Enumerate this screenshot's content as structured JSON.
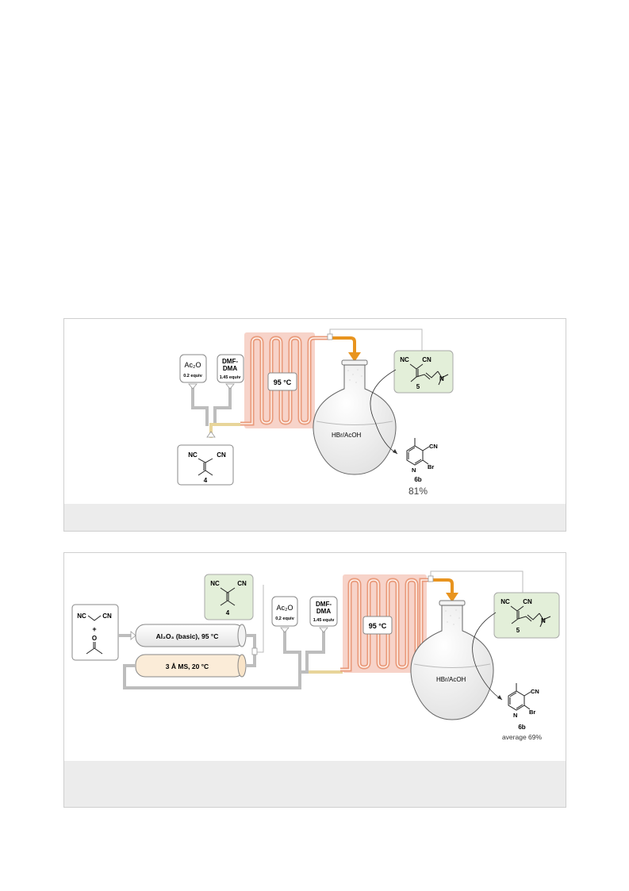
{
  "scheme1": {
    "ac2o_label": "Ac₂O",
    "ac2o_equiv": "0.2 equiv",
    "dmf_line1": "DMF-",
    "dmf_line2": "DMA",
    "dmf_equiv": "1.45 equiv",
    "temp": "95 °C",
    "sm_label": "4",
    "nc": "NC",
    "cn": "CN",
    "int_label": "5",
    "n_atom": "N",
    "flask_label": "HBr/AcOH",
    "prod_label": "6b",
    "prod_yield": "81%",
    "prod_n": "N",
    "prod_br": "Br",
    "prod_cn": "CN"
  },
  "scheme2": {
    "reagent_nc": "NC",
    "reagent_cn": "CN",
    "plus": "+",
    "oxygen": "O",
    "column1_label": "Al₂O₃ (basic), 95 °C",
    "column2_label": "3 Å MS, 20 °C",
    "sm_label": "4",
    "nc": "NC",
    "cn": "CN",
    "ac2o_label": "Ac₂O",
    "ac2o_equiv": "0,2 equiv",
    "dmf_line1": "DMF-",
    "dmf_line2": "DMA",
    "dmf_equiv": "1.45 equiv",
    "temp": "95 °C",
    "int_label": "5",
    "n_atom": "N",
    "flask_label": "HBr/AcOH",
    "prod_label": "6b",
    "prod_yield": "average 69%",
    "prod_n": "N",
    "prod_br": "Br",
    "prod_cn": "CN"
  },
  "colors": {
    "reactor_bg": "#f7d3c9",
    "coil": "#e99a7a",
    "arrow_orange": "#e8941f",
    "green_box": "#e3efd9",
    "column2_fill": "#fbecd8",
    "tube": "#bdbdbd"
  }
}
